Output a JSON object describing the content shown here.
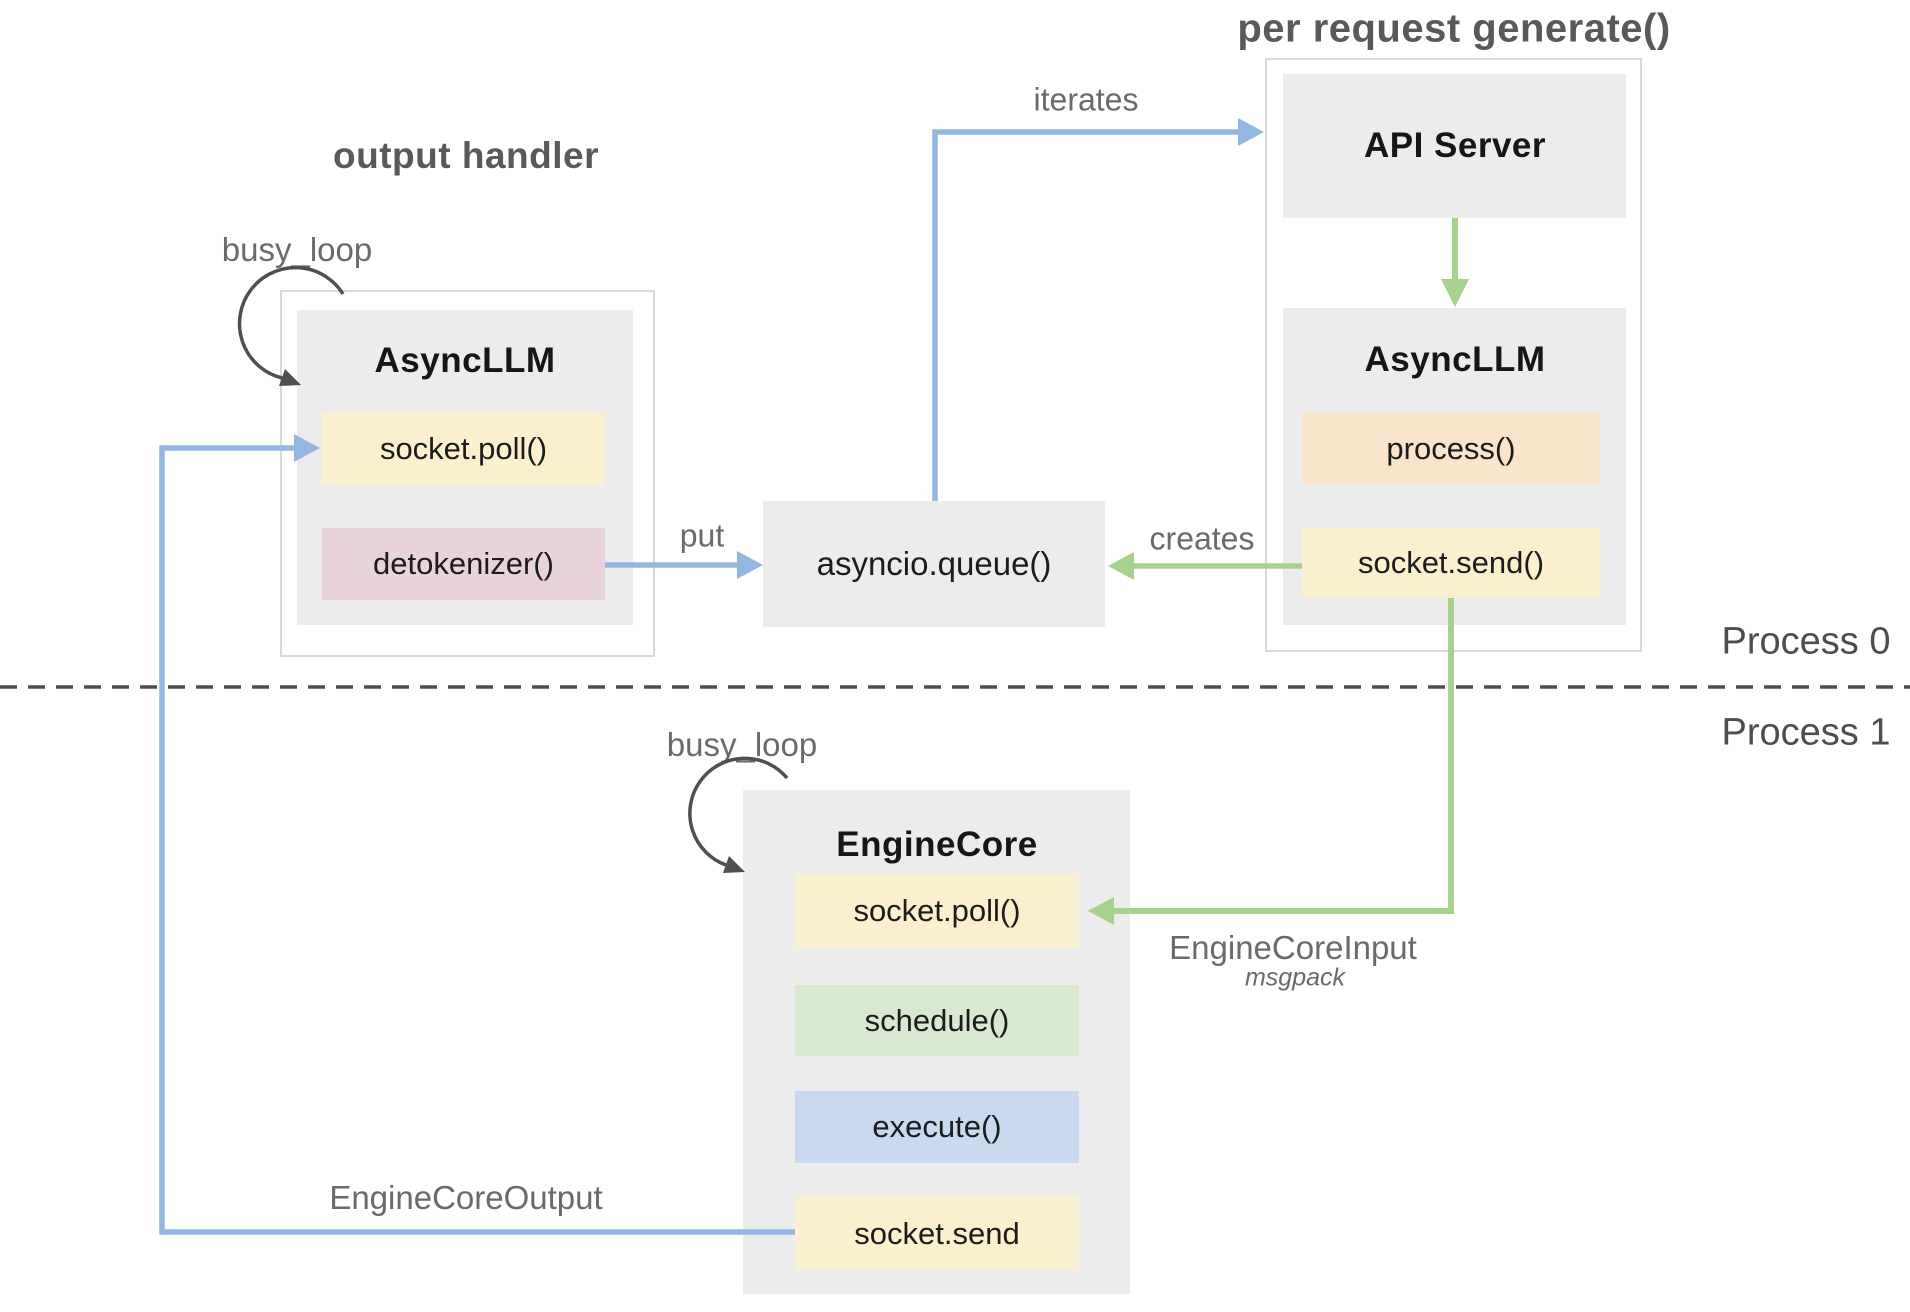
{
  "titles": {
    "per_request": "per request generate()",
    "output_handler": "output handler",
    "busy_loop_left": "busy_loop",
    "busy_loop_bottom": "busy_loop",
    "process0": "Process 0",
    "process1": "Process 1"
  },
  "nodes": {
    "api_server": {
      "title": "API Server"
    },
    "async_llm_right": {
      "title": "AsyncLLM",
      "rows": [
        {
          "label": "process()",
          "color": "#fae4cb"
        },
        {
          "label": "socket.send()",
          "color": "#faf0cd"
        }
      ]
    },
    "async_llm_left": {
      "title": "AsyncLLM",
      "rows": [
        {
          "label": "socket.poll()",
          "color": "#faf0cd"
        },
        {
          "label": "detokenizer()",
          "color": "#e8d3dc"
        }
      ]
    },
    "queue": {
      "label": "asyncio.queue()"
    },
    "engine_core": {
      "title": "EngineCore",
      "rows": [
        {
          "label": "socket.poll()",
          "color": "#faf0cd"
        },
        {
          "label": "schedule()",
          "color": "#d9e8d0"
        },
        {
          "label": "execute()",
          "color": "#c9daf0"
        },
        {
          "label": "socket.send",
          "color": "#faf0cd"
        }
      ]
    }
  },
  "edges": {
    "iterates": "iterates",
    "put": "put",
    "creates": "creates",
    "engine_core_input": "EngineCoreInput",
    "msgpack": "msgpack",
    "engine_core_output": "EngineCoreOutput"
  },
  "colors": {
    "arrow_blue": "#94b7e2",
    "arrow_green": "#a9d18e",
    "loop_arrow": "#4f4f4f",
    "divider": "#4d4d4d",
    "box_gray": "#ececec",
    "container_border": "#d9d9d9",
    "row_yellow": "#faf0cd",
    "row_peach": "#fae4cb",
    "row_pink": "#e8d3dc",
    "row_green": "#d9e8d0",
    "row_blue": "#c9daf0"
  }
}
